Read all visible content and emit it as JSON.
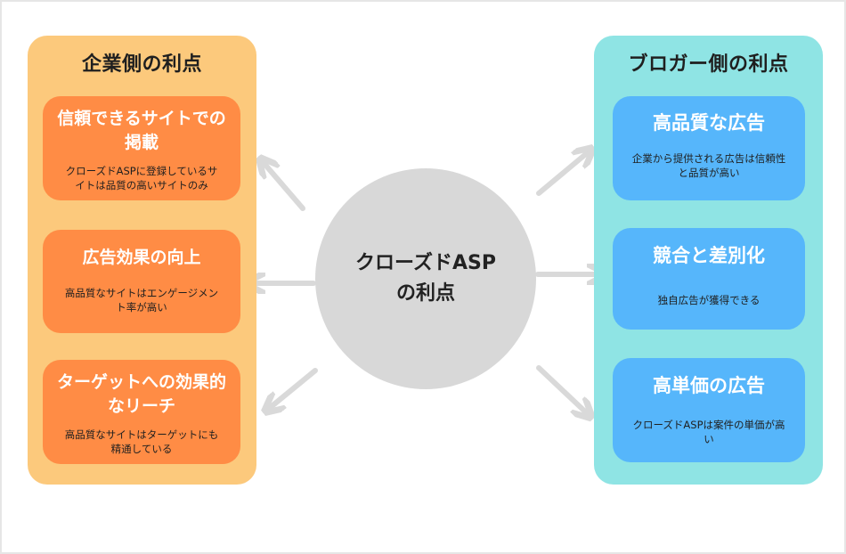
{
  "center": {
    "line1": "クローズドASP",
    "line2": "の利点"
  },
  "left_panel": {
    "title": "企業側の利点",
    "cards": [
      {
        "title_1": "信頼できるサイトでの",
        "title_2": "掲載",
        "desc_1": "クローズドASPに登録しているサ",
        "desc_2": "イトは品質の高いサイトのみ"
      },
      {
        "title_1": "広告効果の向上",
        "title_2": "",
        "desc_1": "高品質なサイトはエンゲージメン",
        "desc_2": "ト率が高い"
      },
      {
        "title_1": "ターゲットへの効果的",
        "title_2": "なリーチ",
        "desc_1": "高品質なサイトはターゲットにも",
        "desc_2": "精通している"
      }
    ]
  },
  "right_panel": {
    "title": "ブロガー側の利点",
    "cards": [
      {
        "title_1": "高品質な広告",
        "desc_1": "企業から提供される広告は信頼性",
        "desc_2": "と品質が高い"
      },
      {
        "title_1": "競合と差別化",
        "desc_1": "独自広告が獲得できる",
        "desc_2": ""
      },
      {
        "title_1": "高単価の広告",
        "desc_1": "クローズドASPは案件の単価が高",
        "desc_2": "い"
      }
    ]
  },
  "colors": {
    "left_panel": "#fcc97c",
    "left_card": "#ff8c45",
    "right_panel": "#8fe4e4",
    "right_card": "#56b6fb",
    "circle": "#d8d8d8",
    "arrow": "#d9d9d9"
  }
}
